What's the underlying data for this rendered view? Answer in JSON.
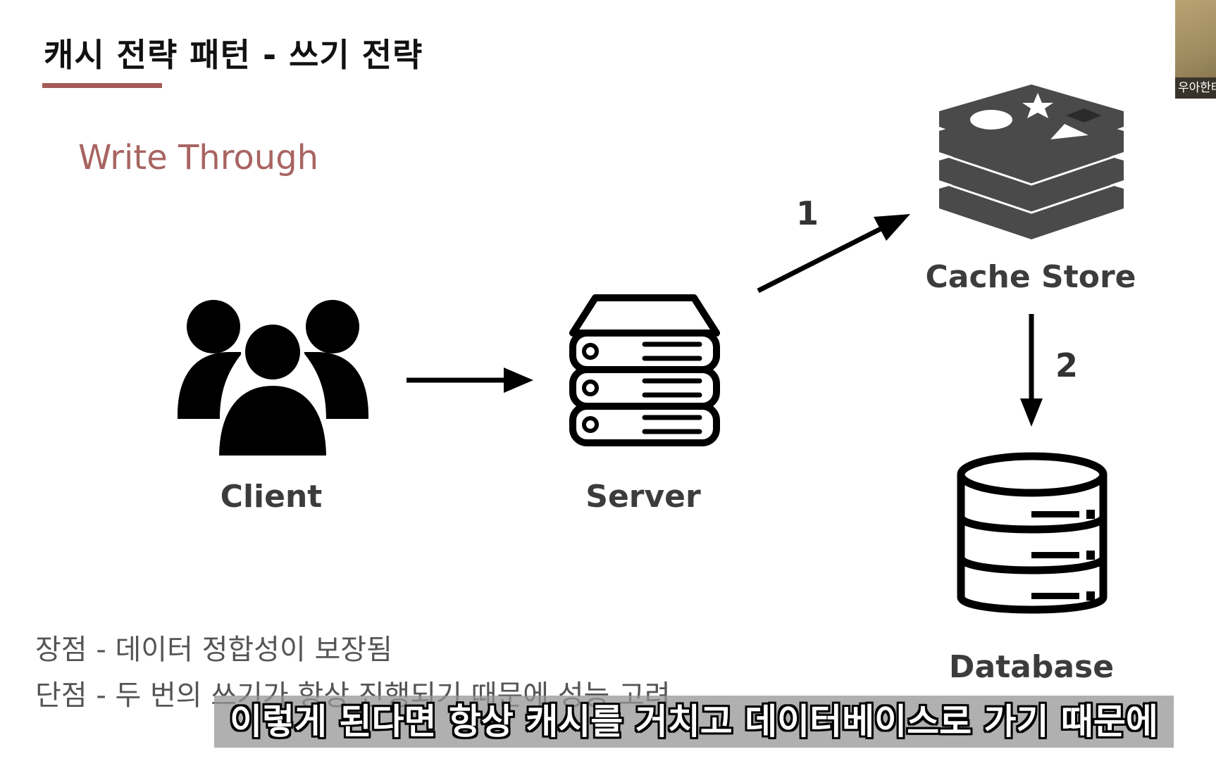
{
  "slide": {
    "title": "캐시 전략 패턴 - 쓰기 전략",
    "subtitle": "Write Through",
    "accent_color": "#a45b57"
  },
  "diagram": {
    "nodes": {
      "client": {
        "label": "Client",
        "icon": "users-icon"
      },
      "server": {
        "label": "Server",
        "icon": "server-icon"
      },
      "cache": {
        "label": "Cache Store",
        "icon": "redis-icon"
      },
      "database": {
        "label": "Database",
        "icon": "database-icon"
      }
    },
    "steps": {
      "step1": "1",
      "step2": "2"
    }
  },
  "notes": {
    "pros": "장점 - 데이터 정합성이 보장됨",
    "cons": "단점 - 두 번의 쓰기가 항상 진행되기 때문에 성능 고려"
  },
  "webcam": {
    "label": "우아한테"
  },
  "caption": {
    "text": "이렇게 된다면 항상 캐시를 거치고 데이터베이스로 가기 때문에"
  }
}
